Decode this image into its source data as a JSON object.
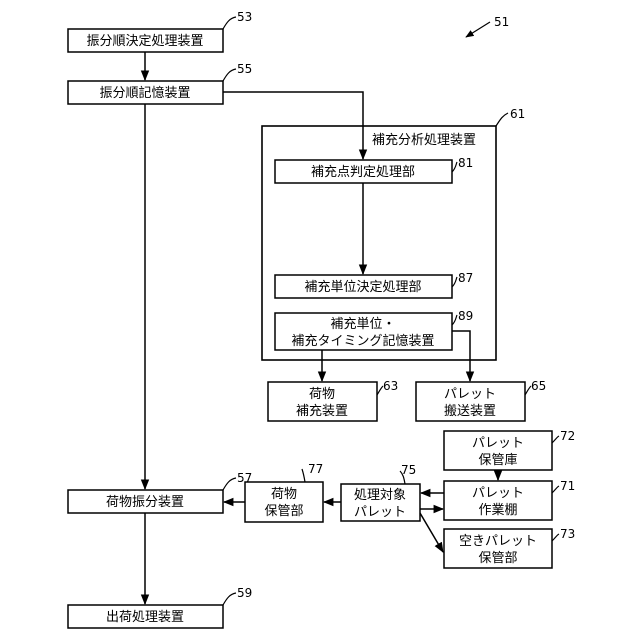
{
  "figure_ref": "51",
  "boxes": {
    "b53": {
      "label": "振分順決定処理装置",
      "ref": "53"
    },
    "b55": {
      "label": "振分順記憶装置",
      "ref": "55"
    },
    "b61": {
      "label": "補充分析処理装置",
      "ref": "61"
    },
    "b81": {
      "label": "補充点判定処理部",
      "ref": "81"
    },
    "b87": {
      "label": "補充単位決定処理部",
      "ref": "87"
    },
    "b89": {
      "line1": "補充単位・",
      "line2": "補充タイミング記憶装置",
      "ref": "89"
    },
    "b63": {
      "line1": "荷物",
      "line2": "補充装置",
      "ref": "63"
    },
    "b65": {
      "line1": "パレット",
      "line2": "搬送装置",
      "ref": "65"
    },
    "b72": {
      "line1": "パレット",
      "line2": "保管庫",
      "ref": "72"
    },
    "b71": {
      "line1": "パレット",
      "line2": "作業棚",
      "ref": "71"
    },
    "b73": {
      "line1": "空きパレット",
      "line2": "保管部",
      "ref": "73"
    },
    "b75": {
      "line1": "処理対象",
      "line2": "パレット",
      "ref": "75"
    },
    "b77": {
      "line1": "荷物",
      "line2": "保管部",
      "ref": "77"
    },
    "b57": {
      "label": "荷物振分装置",
      "ref": "57"
    },
    "b59": {
      "label": "出荷処理装置",
      "ref": "59"
    }
  }
}
